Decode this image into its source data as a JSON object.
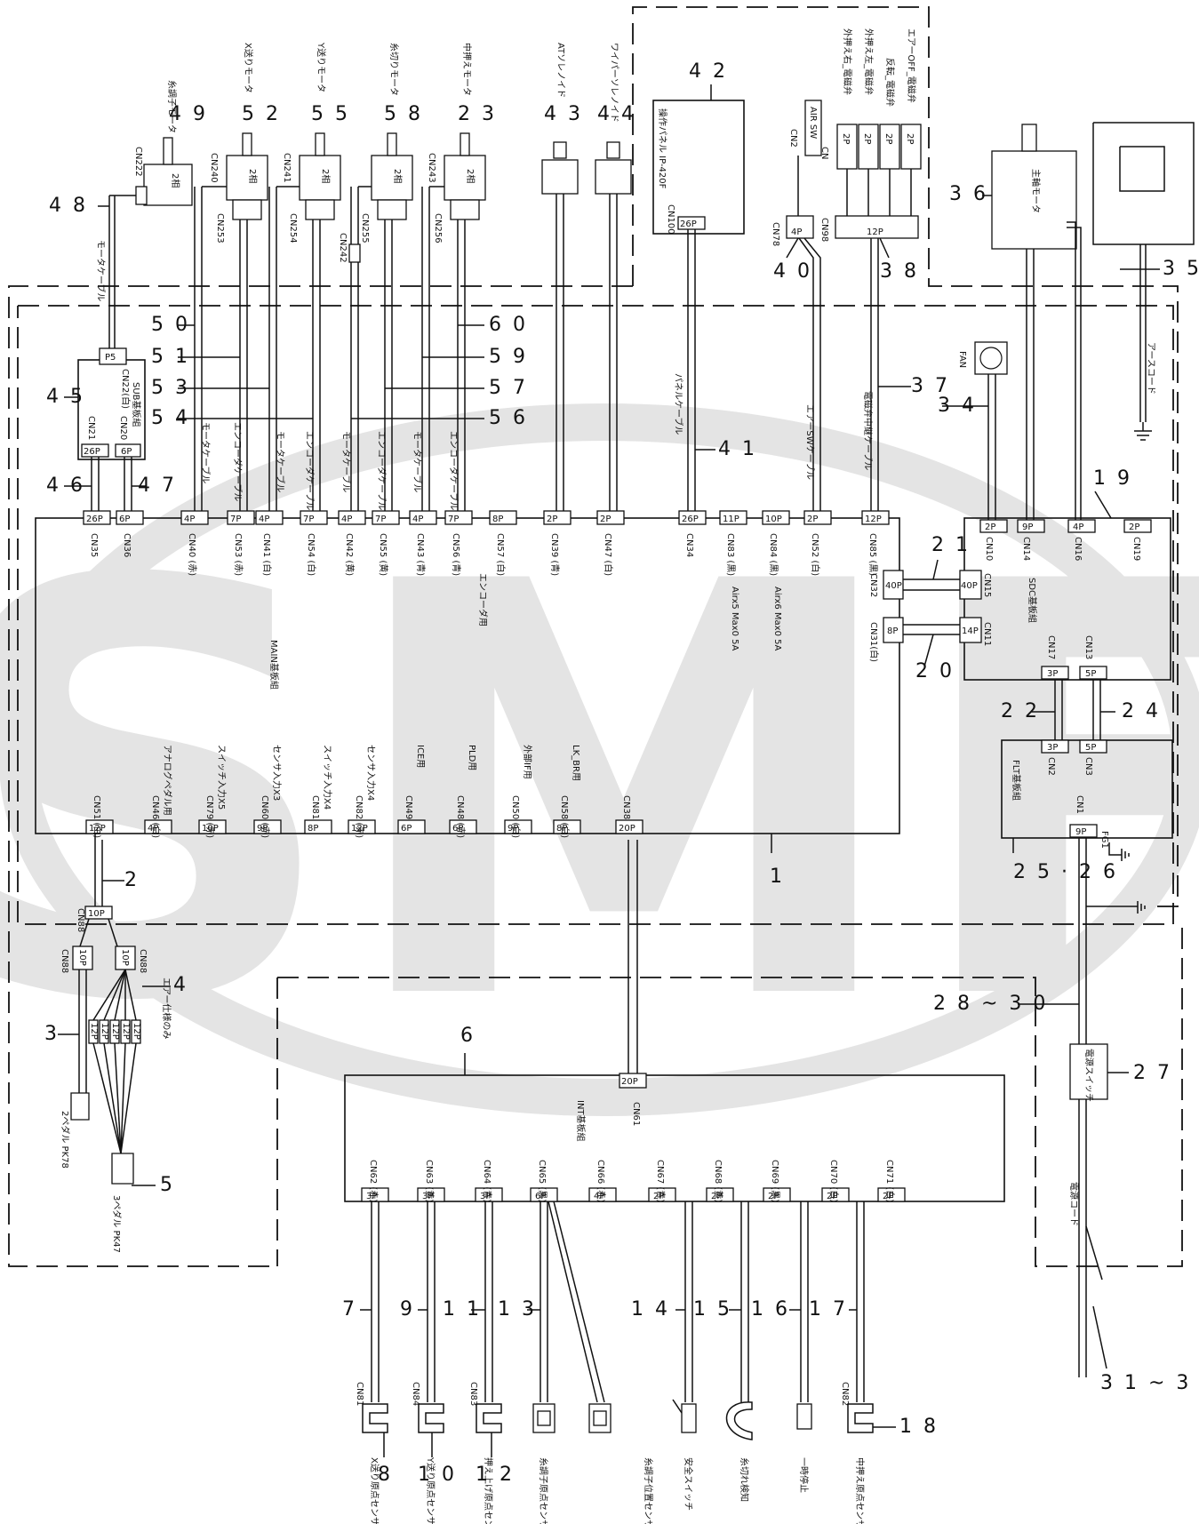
{
  "watermark": "SMF",
  "callouts": {
    "c1": "1",
    "c2": "2",
    "c3": "3",
    "c4": "4",
    "c5": "5",
    "c6": "6",
    "c7": "7",
    "c8": "8",
    "c9": "9",
    "c10": "1 0",
    "c11": "1 1",
    "c12": "1 2",
    "c13": "1 3",
    "c14": "1 4",
    "c15": "1 5",
    "c16": "1 6",
    "c17": "1 7",
    "c18": "1 8",
    "c19": "1 9",
    "c20": "2 0",
    "c21": "2 1",
    "c22": "2 2",
    "c23": "2 3",
    "c24": "2 4",
    "c2526": "2 5 · 2 6",
    "c27": "2 7",
    "c2830": "2 8 ~ 3 0",
    "c3133": "3 1 ~ 3 3",
    "c34": "3 4",
    "c35": "3 5",
    "c36": "3 6",
    "c37": "3 7",
    "c38": "3 8",
    "c40": "4 0",
    "c41": "4 1",
    "c42": "4 2",
    "c43": "4 3",
    "c44": "4 4",
    "c45": "4 5",
    "c46": "4 6",
    "c47": "4 7",
    "c48": "4 8",
    "c49": "4 9",
    "c50": "5 0",
    "c51": "5 1",
    "c52": "5 2",
    "c53": "5 3",
    "c54": "5 4",
    "c55": "5 5",
    "c56": "5 6",
    "c57": "5 7",
    "c58": "5 8",
    "c59": "5 9",
    "c60": "6 0"
  },
  "top_devices": {
    "d49": "糸調子モータ",
    "d52": "X送りモータ",
    "d55": "Y送りモータ",
    "d58": "糸切りモータ",
    "d23": "中押えモータ",
    "d43": "ATソレノイド",
    "d44": "ワイパーソレノイド",
    "d42": "操作パネル IP-420F",
    "airsw": "AIR SW",
    "valve1": "外押え右_電磁弁",
    "valve2": "外押え左_電磁弁",
    "valve3": "反転_電磁弁",
    "valve4": "エアーOFF_電磁弁",
    "main_motor": "主軸モータ",
    "fan": "FAN",
    "earth_cord": "アースコード",
    "motor_cable": "モータケーブル",
    "encoder_cable": "エンコーダケーブル",
    "panel_cable": "パネルケーブル",
    "airsw_cable": "エアーSWケーブル",
    "valve_cable": "電磁弁中継ケーブル",
    "power_cord": "電源コード",
    "power_switch": "電源スイッチ",
    "air_option": "エアー仕様のみ"
  },
  "motor_units": {
    "two_phase": "2相"
  },
  "connectors_top": {
    "cn222": "CN222",
    "cn240": "CN240",
    "cn241": "CN241",
    "cn242": "CN242",
    "cn243": "CN243",
    "cn253": "CN253",
    "cn254": "CN254",
    "cn255": "CN255",
    "cn256": "CN256",
    "cn100": "CN100",
    "cn2": "CN2",
    "cn78": "CN78",
    "cn98": "CN98",
    "cn": "CN"
  },
  "pins": {
    "p26": "26P",
    "p4": "4P",
    "p12": "12P",
    "p2": "2P",
    "p7": "7P",
    "p9": "9P",
    "p6": "6P",
    "p10": "10P",
    "p11": "11P",
    "p8": "8P",
    "p20": "20P",
    "p3": "3P",
    "p5": "5P",
    "p40": "40P",
    "p14": "14P",
    "p5b": "P5"
  },
  "sub_board": {
    "name": "SUB基板組",
    "cn22": "CN22(白)",
    "cn21": "CN21",
    "cn20": "CN20",
    "cn35": "CN35",
    "cn36": "CN36"
  },
  "main_board": {
    "name": "MAIN基板組",
    "top_row": [
      {
        "cn": "CN35",
        "pin": "26P"
      },
      {
        "cn": "CN36",
        "pin": "6P"
      },
      {
        "cn": "CN40 (赤)",
        "pin": "4P"
      },
      {
        "cn": "CN53 (赤)",
        "pin": "7P"
      },
      {
        "cn": "CN41 (白)",
        "pin": "4P"
      },
      {
        "cn": "CN54 (白)",
        "pin": "7P"
      },
      {
        "cn": "CN42 (黄)",
        "pin": "4P"
      },
      {
        "cn": "CN55 (黄)",
        "pin": "7P"
      },
      {
        "cn": "CN43 (青)",
        "pin": "4P"
      },
      {
        "cn": "CN56 (青)",
        "pin": "7P"
      },
      {
        "cn": "CN57 (白)",
        "pin": "8P"
      },
      {
        "cn": "CN39 (青)",
        "pin": "2P"
      },
      {
        "cn": "CN47 (白)",
        "pin": "2P"
      },
      {
        "cn": "CN34",
        "pin": "26P"
      },
      {
        "cn": "CN83 (黒)",
        "pin": "11P"
      },
      {
        "cn": "CN84 (黒)",
        "pin": "10P"
      },
      {
        "cn": "CN52 (白)",
        "pin": "2P"
      },
      {
        "cn": "CN85 (黒)",
        "pin": "12P"
      }
    ],
    "encoder_note": "エンコーダ用",
    "arm1": "Airx5 Max0 5A",
    "arm2": "Airx6 Max0 5A",
    "cn32": "CN32",
    "cn31": "CN31(白)",
    "bottom_row": [
      {
        "cn": "CN51 (白)",
        "pin": "12P",
        "note": ""
      },
      {
        "cn": "CN46 (白)",
        "pin": "4P",
        "note": "アナログペダル用"
      },
      {
        "cn": "CN79 (赤)",
        "pin": "10P",
        "note": "スイッチ入力X5"
      },
      {
        "cn": "CN60 (赤)",
        "pin": "9P",
        "note": "センサ入力X3"
      },
      {
        "cn": "CN81",
        "pin": "8P",
        "note": "スイッチ入力X4"
      },
      {
        "cn": "CN82 (赤)",
        "pin": "12P",
        "note": "センサ入力X4"
      },
      {
        "cn": "CN49",
        "pin": "6P",
        "note": "ICE用"
      },
      {
        "cn": "CN48 (赤)",
        "pin": "6P",
        "note": "PLD用"
      },
      {
        "cn": "CN50 (白)",
        "pin": "9P",
        "note": "外部IF用"
      },
      {
        "cn": "CN58 (白)",
        "pin": "8P",
        "note": "LK_BR用"
      },
      {
        "cn": "CN38",
        "pin": "20P",
        "note": ""
      }
    ]
  },
  "sdc_board": {
    "name": "SDC基板組",
    "cn10": "CN10",
    "cn14": "CN14",
    "cn16": "CN16",
    "cn19": "CN19",
    "cn15": "CN15",
    "cn11": "CN11",
    "cn17": "CN17",
    "cn13": "CN13"
  },
  "flt_board": {
    "name": "FLT基板組",
    "cn2": "CN2",
    "cn3": "CN3",
    "cn1": "CN1",
    "fg1": "FG1"
  },
  "pedal": {
    "cn88": "CN88",
    "p2": "2ペダル PK78",
    "p3": "3ペダル PK47",
    "pin12": "12P"
  },
  "int_board": {
    "name": "INT基板組",
    "cn61": "CN61",
    "row": [
      {
        "cn": "CN62 (赤)",
        "pin": "3P"
      },
      {
        "cn": "CN63 (黄)",
        "pin": "3P"
      },
      {
        "cn": "CN64 (青)",
        "pin": "3P"
      },
      {
        "cn": "CN65 (黒)",
        "pin": "6P"
      },
      {
        "cn": "CN66 (赤)",
        "pin": "4P"
      },
      {
        "cn": "CN67 (青)",
        "pin": "2P"
      },
      {
        "cn": "CN68 (黄)",
        "pin": "2P"
      },
      {
        "cn": "CN69 (黒)",
        "pin": "2P"
      },
      {
        "cn": "CN70 (白)",
        "pin": "2P"
      },
      {
        "cn": "CN71 (白)",
        "pin": "2P"
      }
    ]
  },
  "sensors": {
    "cn81": "CN81",
    "cn84": "CN84",
    "cn83": "CN83",
    "cn82": "CN82",
    "s8": "X送り原点センサ",
    "s10": "Y送り原点センサ",
    "s12": "押え上げ原点センサ",
    "s13a": "糸調子原点センサ",
    "s13b": "糸調子位置センサ",
    "s14": "安全スイッチ",
    "s15": "糸切れ検知",
    "s16": "一時停止",
    "s18": "中押え原点センサ"
  }
}
